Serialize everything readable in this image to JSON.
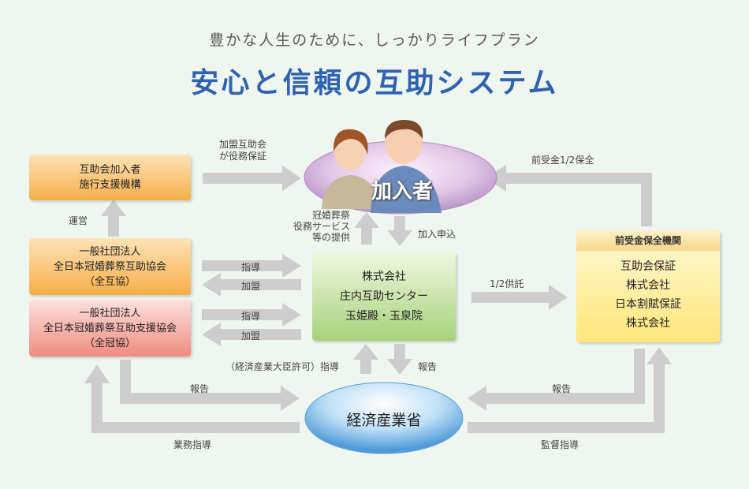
{
  "header": {
    "subtitle": "豊かな人生のために、しっかりライフプラン",
    "title": "安心と信頼の互助システム"
  },
  "nodes": {
    "member": "加入者",
    "support_org": [
      "互助会加入者",
      "施行支援機構"
    ],
    "zengokyo": [
      "一般社団法人",
      "全日本冠婚葬祭互助協会",
      "（全互協）"
    ],
    "zenkankyo": [
      "一般社団法人",
      "全日本冠婚葬祭互助支援協会",
      "（全冠協）"
    ],
    "company": [
      "株式会社",
      "庄内互助センター",
      "玉姫殿・玉泉院"
    ],
    "guarantee_head": "前受金保全機関",
    "guarantee_body": [
      "互助会保証",
      "株式会社",
      "日本割賦保証",
      "株式会社"
    ],
    "ministry": "経済産業省"
  },
  "labels": {
    "kamei_guarantee": [
      "加盟互助会",
      "が役務保証"
    ],
    "advance_guarantee": "前受金1/2保全",
    "unei": "運営",
    "services": [
      "冠婚葬祭",
      "役務サービス",
      "等の提供"
    ],
    "join_apply": "加入申込",
    "shido1": "指導",
    "kamei1": "加盟",
    "shido2": "指導",
    "kamei2": "加盟",
    "deposit": "1/2供託",
    "permit_guidance": "（経済産業大臣許可）指導",
    "report_up": "報告",
    "report_left": "報告",
    "report_right": "報告",
    "business_guidance": "業務指導",
    "supervision": "監督指導"
  },
  "colors": {
    "title": "#2f62b1",
    "arrow": "#cdcdcd",
    "orange_box": "#f6ae48",
    "pink_box": "#ef8c80",
    "green_box": "#a6d27b",
    "yellow_box": "#fde67a",
    "member_ellipse": "#c9a8d6",
    "ministry_ellipse": "#6db3e6"
  }
}
